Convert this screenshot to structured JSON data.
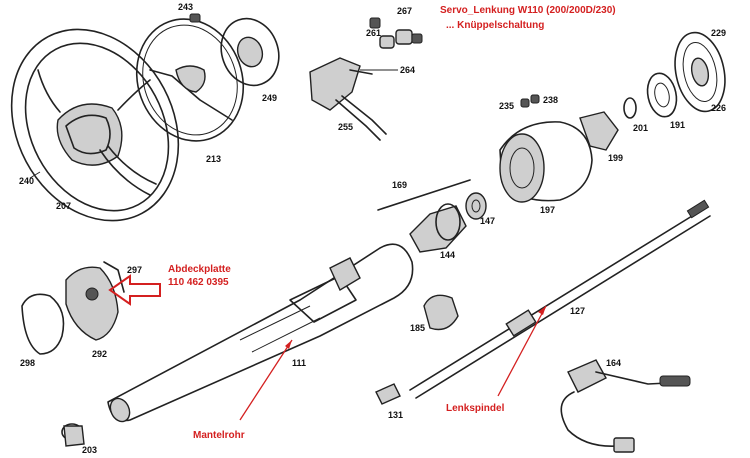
{
  "title": {
    "line1": "Servo_Lenkung W110 (200/200D/230)",
    "line2": "... Knüppelschaltung"
  },
  "callouts": {
    "abdeckplatte_name": "Abdeckplatte",
    "abdeckplatte_number": "110 462 0395",
    "mantelrohr": "Mantelrohr",
    "lenkspindel": "Lenkspindel"
  },
  "part_numbers": {
    "p243": "243",
    "p267": "267",
    "p261": "261",
    "p264": "264",
    "p249": "249",
    "p213": "213",
    "p255": "255",
    "p240": "240",
    "p207": "207",
    "p229": "229",
    "p226": "226",
    "p235": "235",
    "p238": "238",
    "p201": "201",
    "p191": "191",
    "p199": "199",
    "p169": "169",
    "p147": "147",
    "p197": "197",
    "p144": "144",
    "p297": "297",
    "p298": "298",
    "p292": "292",
    "p111": "111",
    "p185": "185",
    "p127": "127",
    "p164": "164",
    "p131": "131",
    "p203": "203"
  },
  "colors": {
    "annotation_red": "#d42020",
    "drawing_ink": "#222222"
  }
}
